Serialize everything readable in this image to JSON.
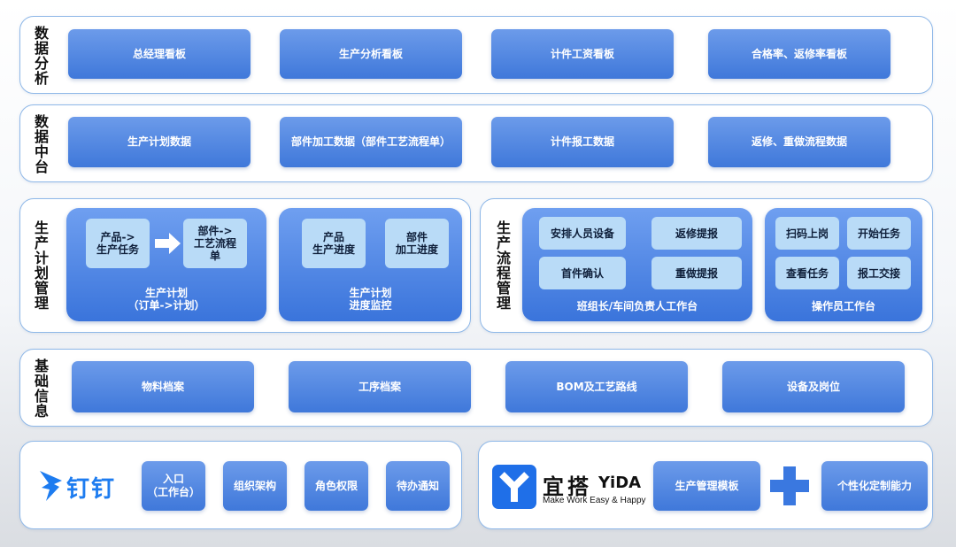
{
  "rows": {
    "analysis": {
      "label": "数\n据\n分\n析",
      "items": [
        "总经理看板",
        "生产分析看板",
        "计件工资看板",
        "合格率、返修率看板"
      ]
    },
    "datacenter": {
      "label": "数\n据\n中\n台",
      "items": [
        "生产计划数据",
        "部件加工数据（部件工艺流程单）",
        "计件报工数据",
        "返修、重做流程数据"
      ]
    },
    "plan": {
      "label": "生\n产\n计\n划\n管\n理",
      "group1": {
        "chip_a": "产品->\n生产任务",
        "chip_b": "部件->\n工艺流程\n单",
        "caption": "生产计划\n（订单->计划）"
      },
      "group2": {
        "chip_a": "产品\n生产进度",
        "chip_b": "部件\n加工进度",
        "caption": "生产计划\n进度监控"
      }
    },
    "flow": {
      "label": "生\n产\n流\n程\n管\n理",
      "group1": {
        "chips": [
          "安排人员设备",
          "返修提报",
          "首件确认",
          "重做提报"
        ],
        "caption": "班组长/车间负责人工作台"
      },
      "group2": {
        "chips": [
          "扫码上岗",
          "开始任务",
          "查看任务",
          "报工交接"
        ],
        "caption": "操作员工作台"
      }
    },
    "basic": {
      "label": "基\n础\n信\n息",
      "items": [
        "物料档案",
        "工序档案",
        "BOM及工艺路线",
        "设备及岗位"
      ]
    }
  },
  "dingtalk": {
    "logo_text": "钉钉",
    "items": [
      "入口\n（工作台）",
      "组织架构",
      "角色权限",
      "待办通知"
    ]
  },
  "yida": {
    "logo_cn": "宜搭",
    "logo_en": "YiDA",
    "slogan": "Make Work Easy & Happy",
    "items": [
      "生产管理模板",
      "个性化定制能力"
    ]
  },
  "colors": {
    "button_top": "#6c9bea",
    "button_bottom": "#3f78da",
    "chip": "#b9dbf7",
    "panel_border": "#8fb8e8",
    "dingtalk_blue": "#1d7cf0",
    "yida_blue": "#1f6fe8",
    "plus": "#3a78e0"
  }
}
